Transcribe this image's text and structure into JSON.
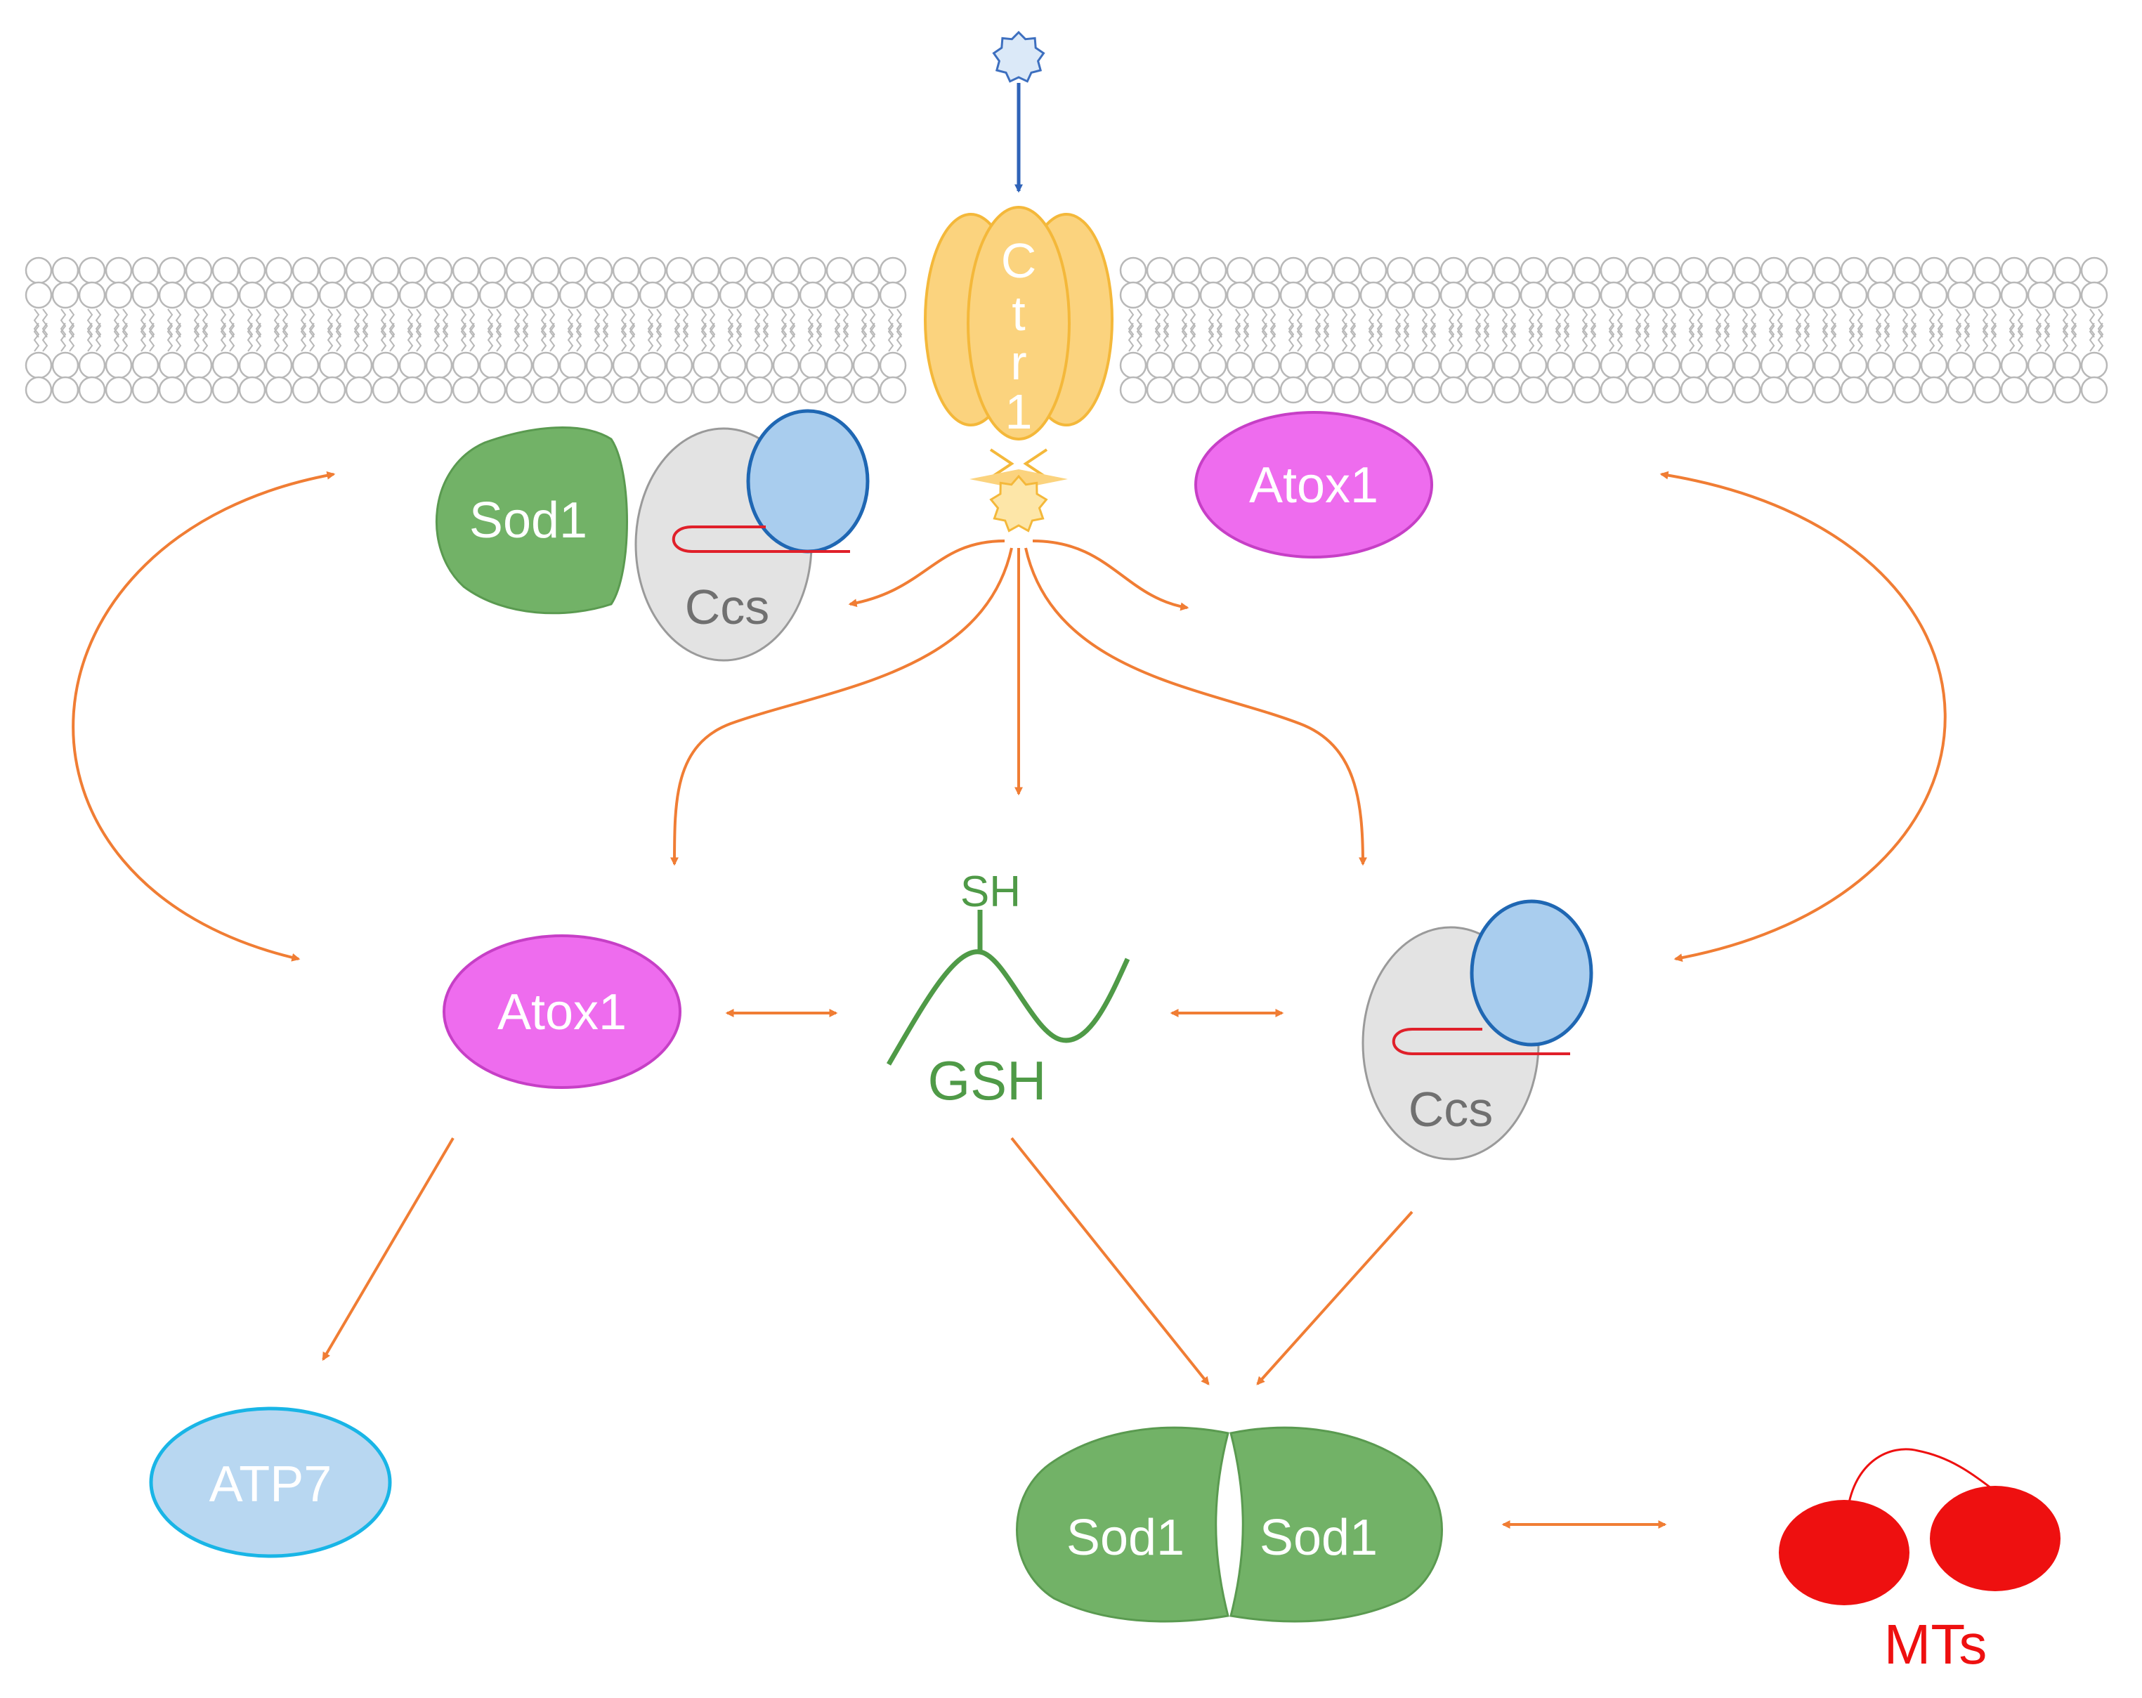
{
  "labels": {
    "ctr1": "Ctr1",
    "sod1_top": "Sod1",
    "ccs_top": "Ccs",
    "atox1_top": "Atox1",
    "atox1_mid": "Atox1",
    "sh": "SH",
    "gsh": "GSH",
    "ccs_mid": "Ccs",
    "atp7": "ATP7",
    "sod1_left": "Sod1",
    "sod1_right": "Sod1",
    "mts": "MTs"
  },
  "colors": {
    "membrane_stroke": "#b8b8b8",
    "ctr1_fill": "#fbd37e",
    "ctr1_stroke": "#f4b83a",
    "cu_fill": "#dbe9f8",
    "cu_stroke": "#3d6fbf",
    "arrow_blue": "#2f63b8",
    "arrow_orange": "#f07d34",
    "sod1_fill": "#72b267",
    "sod1_stroke": "#5a9a50",
    "ccs_fill": "#e3e3e3",
    "ccs_stroke": "#9a9a9a",
    "ccs_cap_fill": "#a9cdee",
    "ccs_cap_stroke": "#1f67b3",
    "hairpin": "#e0202a",
    "atox1_fill": "#ee6cee",
    "atox1_stroke": "#c63fc6",
    "gsh_green": "#4f9a47",
    "atp7_fill": "#b8d7f1",
    "atp7_stroke": "#19b5e6",
    "mt_red": "#ee1010",
    "white_text": "#ffffff",
    "ccs_text": "#707070"
  },
  "icons": {
    "copper_ion": "copper-ion-icon",
    "arrow": "arrow-icon"
  }
}
